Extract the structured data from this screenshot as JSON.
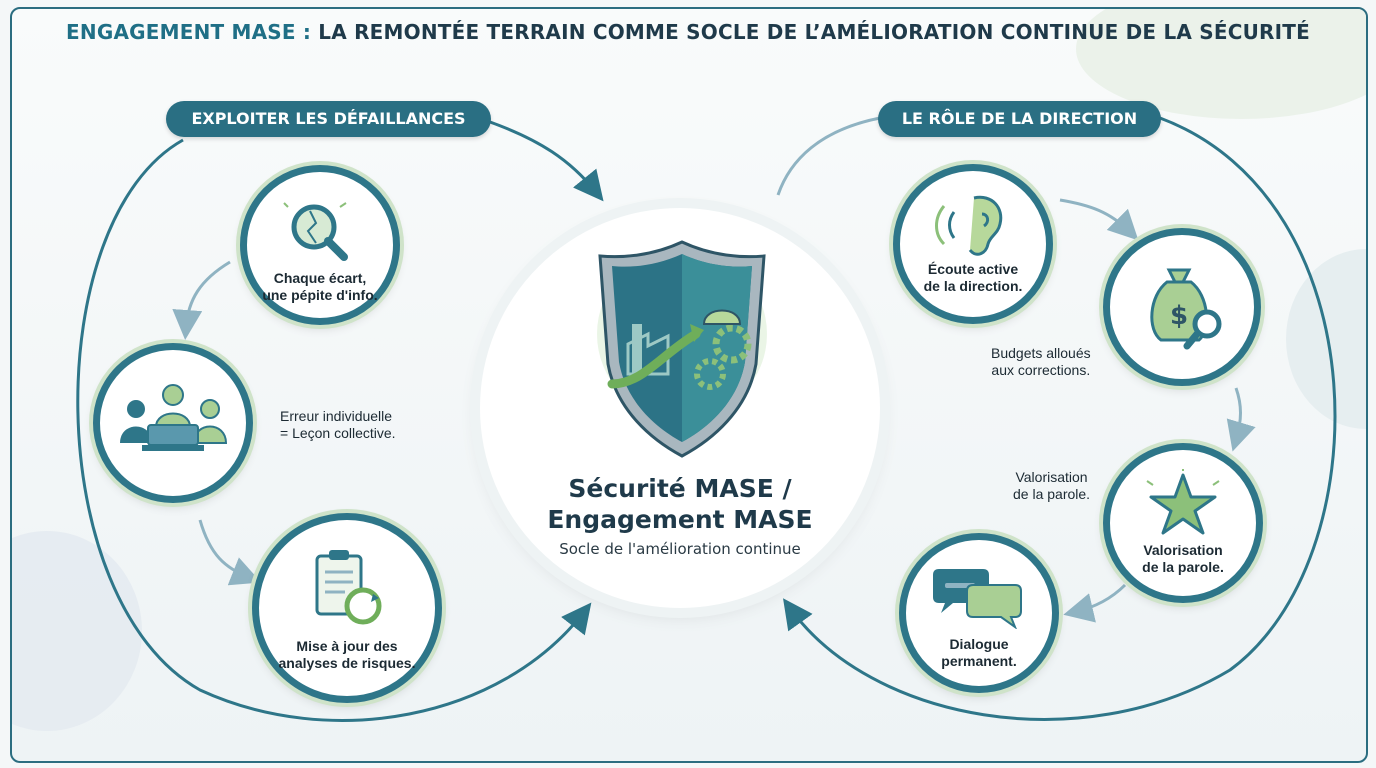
{
  "title": {
    "accent": "ENGAGEMENT MASE :",
    "rest": "LA REMONTÉE TERRAIN COMME SOCLE DE L’AMÉLIORATION CONTINUE DE LA SÉCURITÉ"
  },
  "left_section": {
    "heading": "EXPLOITER LES DÉFAILLANCES",
    "items": [
      {
        "label": "Chaque écart,\nune pépite d'info.",
        "icon": "magnifier-icon"
      },
      {
        "label": "Erreur individuelle\n= Leçon collective.",
        "icon": "team-meeting-icon"
      },
      {
        "label": "Mise à jour des\nanalyses de risques.",
        "icon": "clipboard-refresh-icon"
      }
    ]
  },
  "center": {
    "line1": "Sécurité MASE /",
    "line2": "Engagement MASE",
    "subtitle": "Socle de l'amélioration continue",
    "icon": "shield-factory-gears-icon"
  },
  "right_section": {
    "heading": "LE RÔLE DE LA DIRECTION",
    "items": [
      {
        "label": "Écoute active\nde la direction.",
        "icon": "ear-icon"
      },
      {
        "label": "Budgets alloués\naux corrections.",
        "icon": "money-bag-wrench-icon"
      },
      {
        "label": "Valorisation\nde la parole.",
        "icon": "star-icon"
      },
      {
        "label": "Valorisation\nde la parole.",
        "icon": "speech-bubbles-icon"
      },
      {
        "label": "Dialogue\npermanent.",
        "icon": "speech-bubbles-icon"
      }
    ]
  },
  "colors": {
    "primary": "#2a6f83",
    "green_accent": "#8cc07a",
    "text": "#1c2a33"
  }
}
